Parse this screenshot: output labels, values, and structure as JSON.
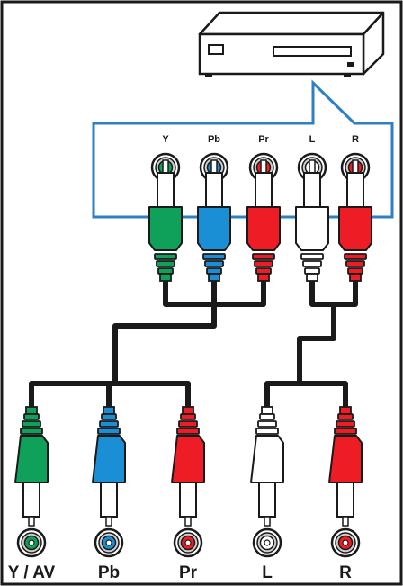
{
  "colors": {
    "frame": "#1a1a1a",
    "callout": "#2f7fc4",
    "cable": "#1a1a1a",
    "green": "#0fa05a",
    "blue": "#1b8fd6",
    "red": "#ee1c25",
    "white": "#ffffff"
  },
  "device": {
    "icon": "dvd-player-icon"
  },
  "source_ports": [
    {
      "label": "Y",
      "color": "green"
    },
    {
      "label": "Pb",
      "color": "blue"
    },
    {
      "label": "Pr",
      "color": "red"
    },
    {
      "label": "L",
      "color": "white"
    },
    {
      "label": "R",
      "color": "red"
    }
  ],
  "tv_ports": [
    {
      "label": "Y / AV",
      "color": "green"
    },
    {
      "label": "Pb",
      "color": "blue"
    },
    {
      "label": "Pr",
      "color": "red"
    },
    {
      "label": "L",
      "color": "white"
    },
    {
      "label": "R",
      "color": "red"
    }
  ]
}
